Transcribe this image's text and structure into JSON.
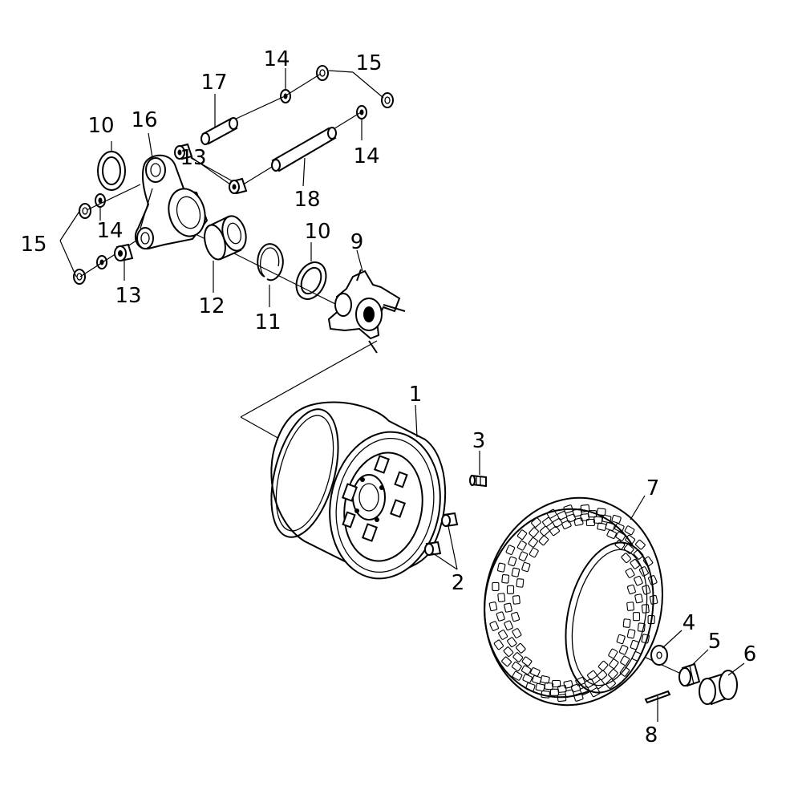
{
  "labels": {
    "p1": "1",
    "p2": "2",
    "p3": "3",
    "p4": "4",
    "p5": "5",
    "p6": "6",
    "p7": "7",
    "p8": "8",
    "p9": "9",
    "p10a": "10",
    "p10b": "10",
    "p11": "11",
    "p12": "12",
    "p13a": "13",
    "p13b": "13",
    "p14a": "14",
    "p14b": "14",
    "p14c": "14",
    "p15a": "15",
    "p15b": "15",
    "p16": "16",
    "p17": "17",
    "p18": "18"
  }
}
